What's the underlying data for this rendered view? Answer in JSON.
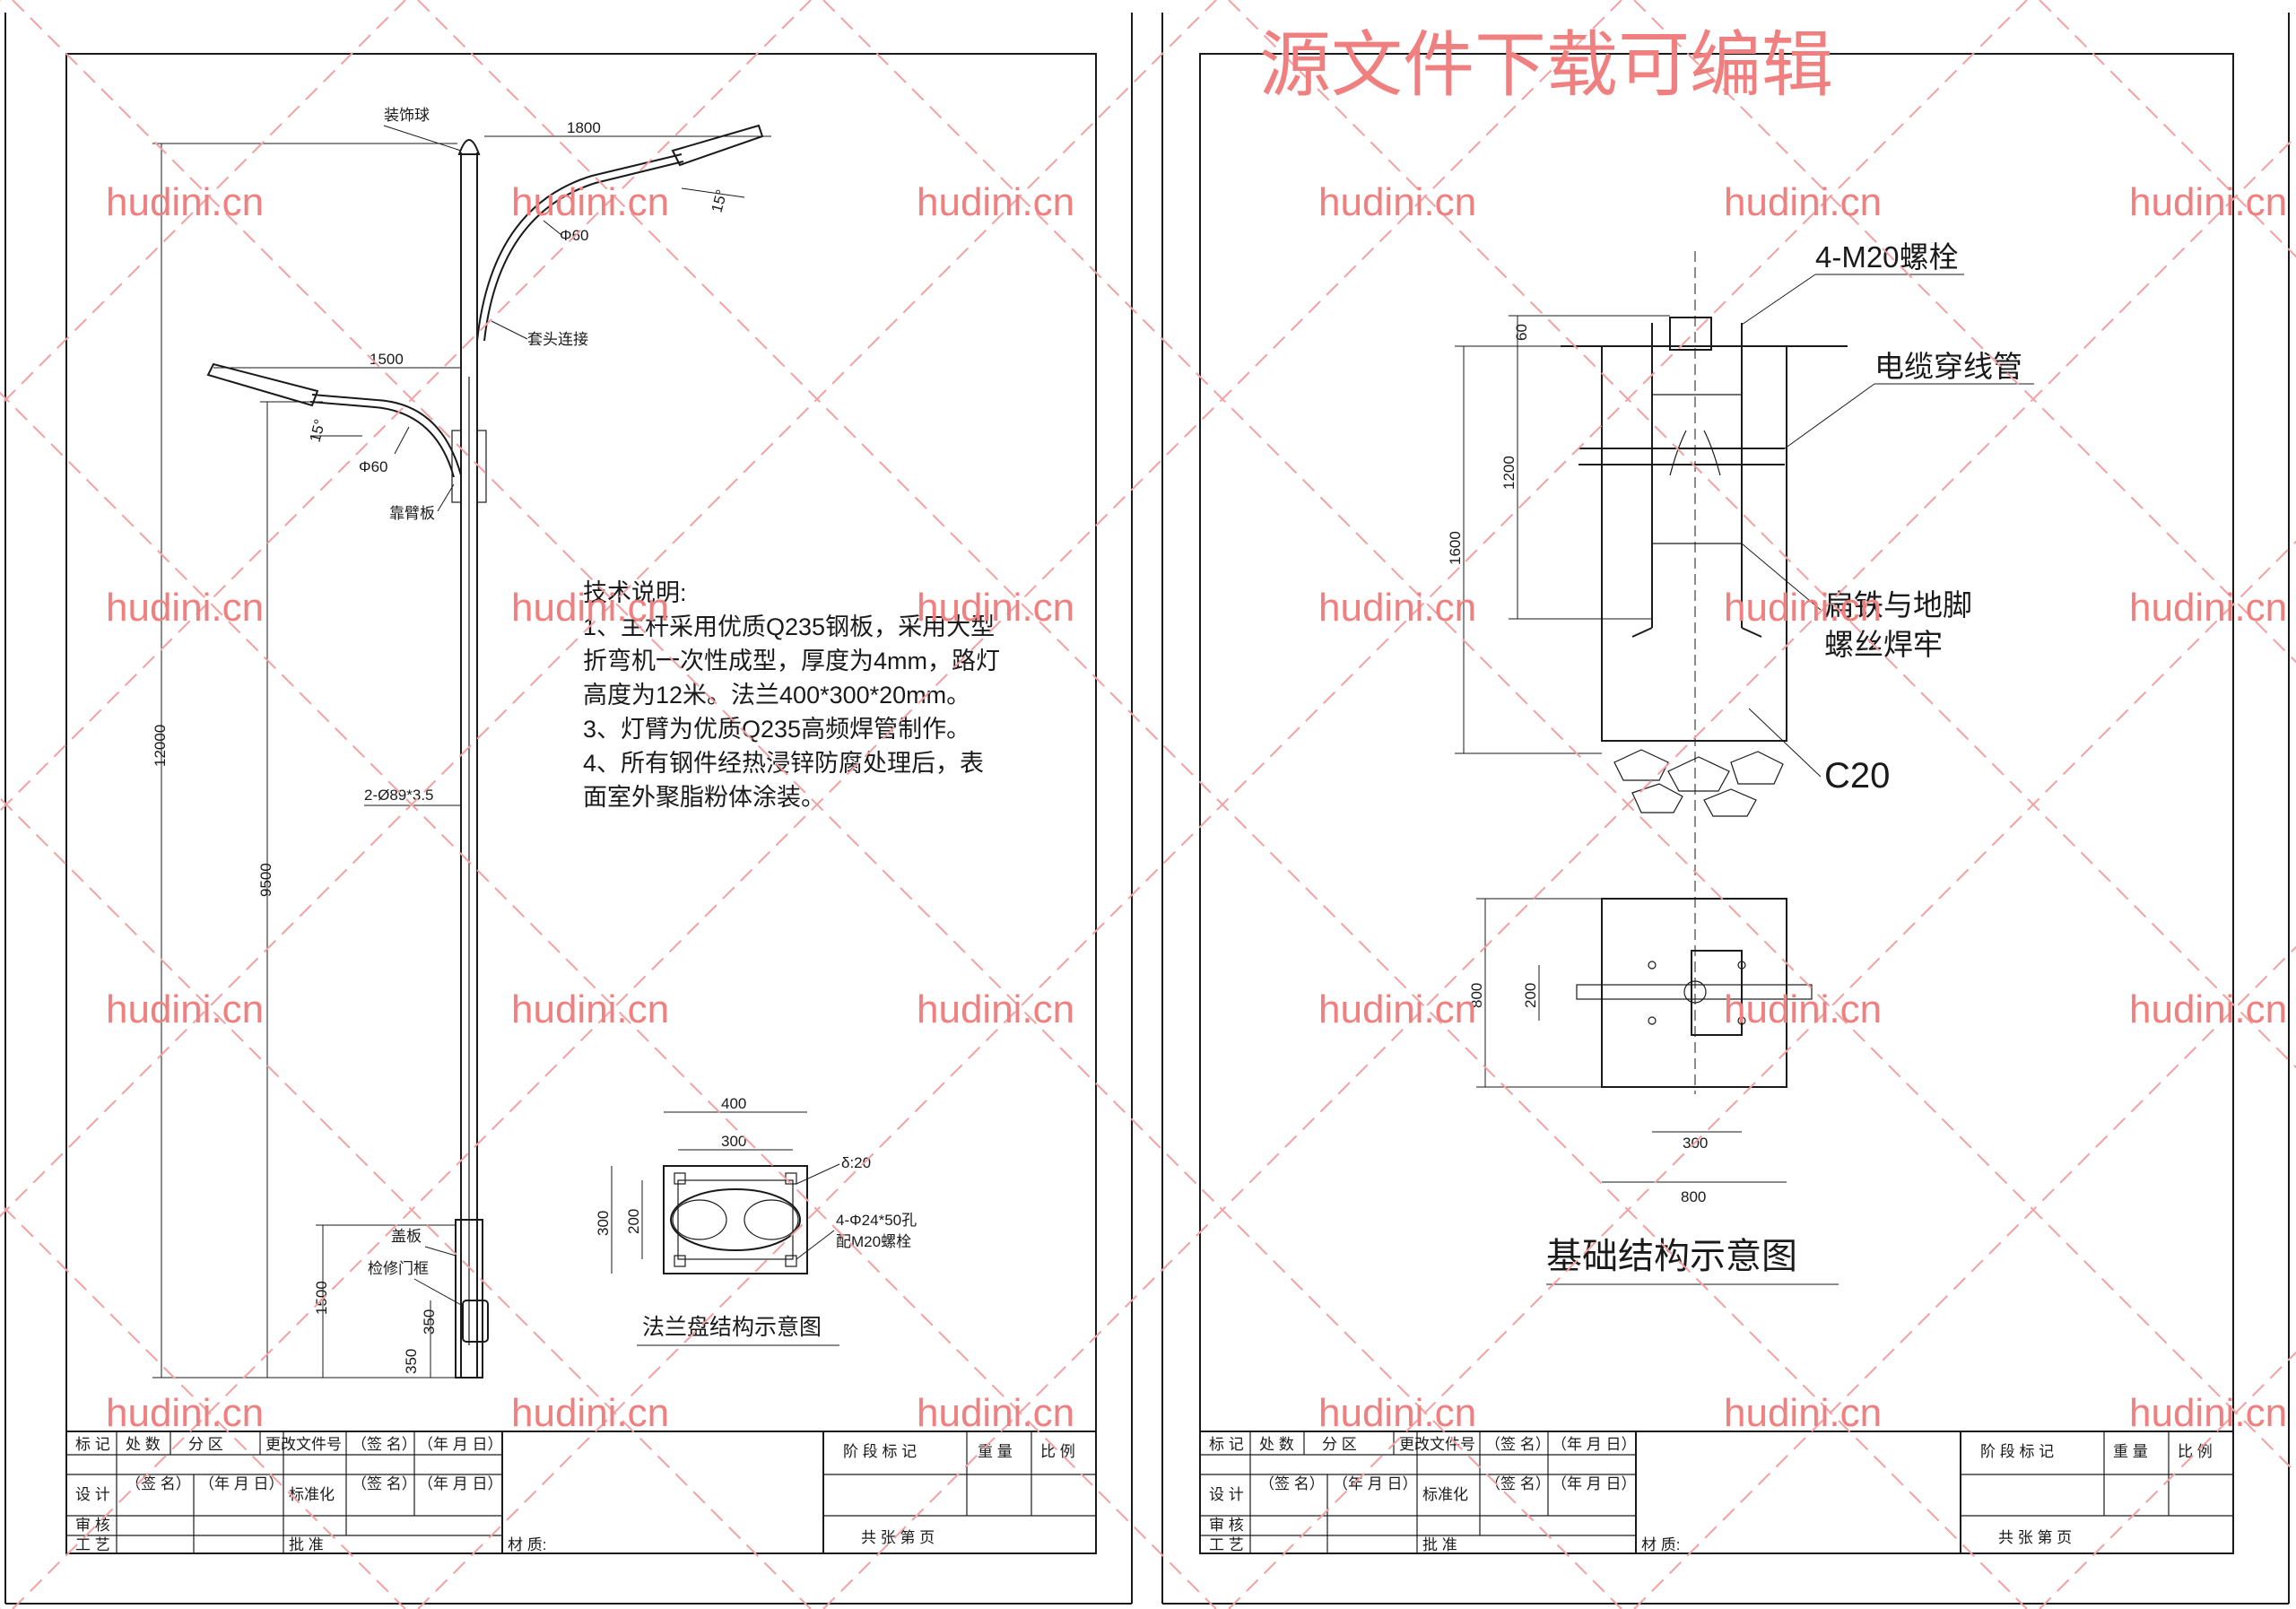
{
  "watermark": {
    "site": "hudini.cn",
    "banner": "源文件下载可编辑"
  },
  "left_sheet": {
    "labels": {
      "ball": "装饰球",
      "sleeve": "套头连接",
      "arm_plate": "靠臂板",
      "cover": "盖板",
      "door": "检修门框",
      "arm_dia_upper": "Φ60",
      "arm_dia_lower": "Φ60",
      "angle_upper": "15°",
      "angle_lower": "15°",
      "pipe": "2-Ø89*3.5"
    },
    "dims": {
      "arm_upper": "1800",
      "arm_lower": "1500",
      "total_height": "12000",
      "lower_height": "9500",
      "door_base": "1500",
      "door_h": "350",
      "door_bottom": "350"
    },
    "notes": {
      "title": "技术说明:",
      "lines": [
        "1、主杆采用优质Q235钢板，采用大型",
        "折弯机一次性成型，厚度为4mm，路灯",
        "高度为12米。法兰400*300*20mm。",
        "3、灯臂为优质Q235高频焊管制作。",
        "4、所有钢件经热浸锌防腐处理后，表",
        "面室外聚脂粉体涂装。"
      ]
    },
    "flange": {
      "w_outer": "400",
      "w_inner": "300",
      "h_outer": "300",
      "h_inner": "200",
      "thickness": "δ:20",
      "hole1": "4-Φ24*50孔",
      "hole2": "配M20螺栓",
      "caption": "法兰盘结构示意图"
    }
  },
  "right_sheet": {
    "labels": {
      "bolt": "4-M20螺栓",
      "cable": "电缆穿线管",
      "weld1": "扁铁与地脚",
      "weld2": "螺丝焊牢",
      "concrete": "C20"
    },
    "dims": {
      "top": "60",
      "bolt_len": "1200",
      "depth": "1600",
      "plan_h": "800",
      "plan_inner": "200",
      "plan_w_inner": "300",
      "plan_w": "800"
    },
    "caption": "基础结构示意图"
  },
  "title_block": {
    "r1": [
      "标 记",
      "处 数",
      "分 区",
      "更改文件号",
      "（签 名）",
      "（年 月 日）"
    ],
    "r2": [
      "设 计",
      "（签 名）",
      "（年 月 日）",
      "标准化",
      "（签 名）",
      "（年 月 日）"
    ],
    "r3": [
      "审 核"
    ],
    "r4": [
      "工 艺",
      "批 准"
    ],
    "material": "材 质:",
    "stage": "阶 段 标 记",
    "weight": "重 量",
    "scale": "比 例",
    "sheets": "共      张      第      页"
  }
}
